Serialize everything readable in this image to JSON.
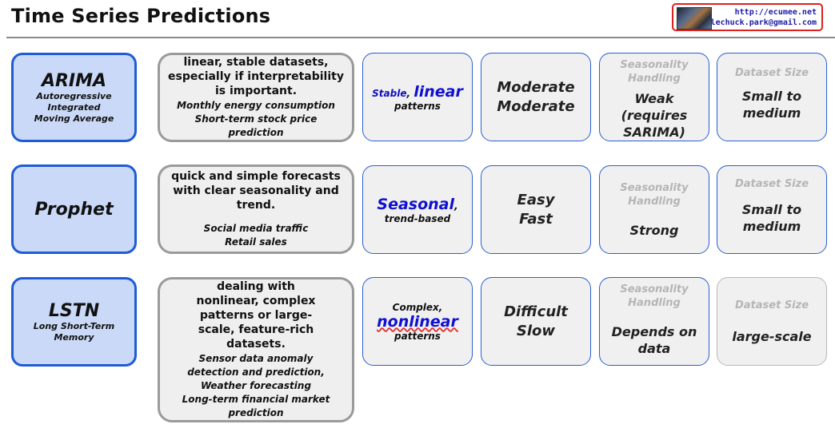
{
  "page": {
    "title": "Time Series Predictions"
  },
  "contact": {
    "url": "http://ecumee.net",
    "email": "lechuck.park@gmail.com"
  },
  "labels": {
    "seasonality": "Seasonality Handling",
    "dataset": "Dataset Size"
  },
  "rows": [
    {
      "model": "ARIMA",
      "model_sub": [
        "Autoregressive",
        "Integrated",
        "Moving Average"
      ],
      "lead": "linear, stable datasets, especially if interpretability is important.",
      "examples": [
        "Monthly energy consumption",
        "Short-term stock price prediction"
      ],
      "pattern": {
        "a": "Stable",
        "b": "linear",
        "c": "patterns"
      },
      "difficulty": [
        "Moderate",
        "Moderate"
      ],
      "seasonality": "Weak (requires SARIMA)",
      "dataset": "Small to medium"
    },
    {
      "model": "Prophet",
      "model_sub": [],
      "lead": "quick and simple forecasts with clear seasonality and trend.",
      "examples": [
        "Social media traffic",
        "Retail sales"
      ],
      "pattern": {
        "a": "Seasonal",
        "b": "trend-based"
      },
      "difficulty": [
        "Easy",
        "Fast"
      ],
      "seasonality": "Strong",
      "dataset": "Small to medium"
    },
    {
      "model": "LSTN",
      "model_sub": [
        "Long Short-Term",
        "Memory"
      ],
      "lead": "dealing with nonlinear, complex patterns or large-scale, feature-rich datasets.",
      "examples": [
        "Sensor data anomaly detection and prediction, Weather forecasting",
        "Long-term financial market prediction"
      ],
      "pattern": {
        "a": "Complex,",
        "b": "nonlinear",
        "c": "patterns"
      },
      "difficulty": [
        "Difficult",
        "Slow"
      ],
      "seasonality": "Depends on data",
      "dataset": "large-scale"
    }
  ]
}
